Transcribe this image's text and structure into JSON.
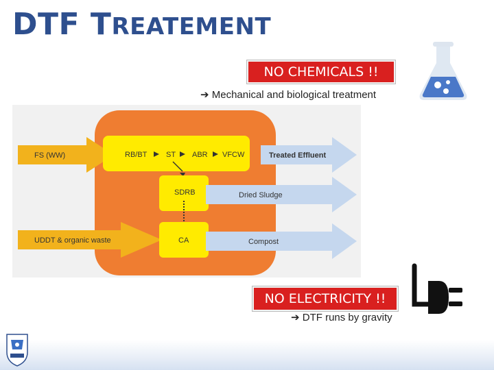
{
  "title": {
    "first": "DTF",
    "second_initial": "T",
    "second_rest": "REATEMENT"
  },
  "chemicals": {
    "badge": "NO CHEMICALS !!",
    "note": "Mechanical and biological treatment"
  },
  "electricity": {
    "badge": "NO ELECTRICITY !!",
    "note": "DTF runs by gravity"
  },
  "diagram": {
    "inputs": [
      "FS (WW)",
      "UDDT & organic waste"
    ],
    "treatment_chain": [
      "RB/BT",
      "ST",
      "ABR",
      "VFCW"
    ],
    "units": [
      "SDRB",
      "CA"
    ],
    "outputs": [
      "Treated Effluent",
      "Dried Sludge",
      "Compost"
    ]
  },
  "icons": {
    "flask": "flask-icon",
    "plug": "plug-icon",
    "logo": "logo"
  },
  "colors": {
    "title": "#2e4f8e",
    "badge": "#d9201f",
    "facility": "#ef7d31",
    "unit_box": "#ffeb00",
    "input_arrow": "#f2b21c",
    "output_arrow": "#c5d7ee"
  }
}
